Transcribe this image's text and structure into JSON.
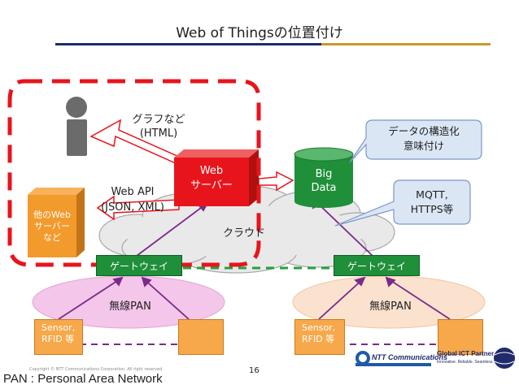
{
  "title": "Web of Thingsの位置付け",
  "labels": {
    "graph": "グラフなど",
    "html": "(HTML)",
    "web_api": "Web API",
    "json_xml": "(JSON, XML)",
    "web_server_line1": "Web",
    "web_server_line2": "サーバー",
    "big_data_line1": "Big",
    "big_data_line2": "Data",
    "other_server_line1": "他のWeb",
    "other_server_line2": "サーバー",
    "other_server_line3": "など",
    "cloud": "クラウド",
    "gateway_left": "ゲートウェイ",
    "gateway_right": "ゲートウェイ",
    "pan_left": "無線PAN",
    "pan_right": "無線PAN",
    "sensor_left_line1": "Sensor,",
    "sensor_left_line2": "RFID 等",
    "sensor_right_line1": "Sensor,",
    "sensor_right_line2": "RFID 等"
  },
  "callouts": {
    "semantic_line1": "データの構造化",
    "semantic_line2": "意味付け",
    "mqtt_line1": "MQTT,",
    "mqtt_line2": "HTTPS等"
  },
  "footer": {
    "copyright": "Copyright © NTT Communications Corporation. All right reserved.",
    "page_number": "16",
    "pan_definition": "PAN : Personal Area Network",
    "logo_text": "NTT Communications",
    "partner_line1": "Global ICT Partner",
    "partner_line2": "Innovative. Reliable. Seamless."
  },
  "colors": {
    "red_dash": "#e8141c",
    "gateway_green": "#1f8f3a",
    "sensor_orange": "#f7a84a",
    "callout_blue": "#dbe6f5",
    "callout_border": "#7d97c8",
    "pan_pink": "#f3c6ea",
    "pan_peach": "#fbe2cf",
    "link_purple": "#7a2a88",
    "navy": "#1f2b6b"
  }
}
